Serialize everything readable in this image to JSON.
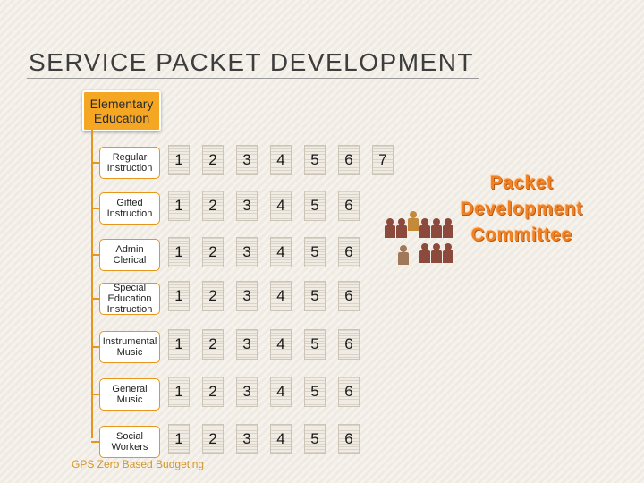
{
  "title": "SERVICE PACKET DEVELOPMENT",
  "root": {
    "label": "Elementary\nEducation"
  },
  "rows": [
    {
      "label": "Regular\nInstruction",
      "cells": [
        "1",
        "2",
        "3",
        "4",
        "5",
        "6",
        "7"
      ]
    },
    {
      "label": "Gifted\nInstruction",
      "cells": [
        "1",
        "2",
        "3",
        "4",
        "5",
        "6"
      ]
    },
    {
      "label": "Admin\nClerical",
      "cells": [
        "1",
        "2",
        "3",
        "4",
        "5",
        "6"
      ]
    },
    {
      "label": "Special\nEducation\nInstruction",
      "cells": [
        "1",
        "2",
        "3",
        "4",
        "5",
        "6"
      ]
    },
    {
      "label": "Instrumental\nMusic",
      "cells": [
        "1",
        "2",
        "3",
        "4",
        "5",
        "6"
      ]
    },
    {
      "label": "General\nMusic",
      "cells": [
        "1",
        "2",
        "3",
        "4",
        "5",
        "6"
      ]
    },
    {
      "label": "Social\nWorkers",
      "cells": [
        "1",
        "2",
        "3",
        "4",
        "5",
        "6"
      ]
    }
  ],
  "committee": {
    "label": "Packet\nDevelopment\nCommittee"
  },
  "footer": "GPS Zero Based Budgeting",
  "colors": {
    "accent": "#f5a623",
    "committee": "#f08225",
    "people_dark": "#8b4a3c",
    "people_light": "#c48a3a"
  }
}
